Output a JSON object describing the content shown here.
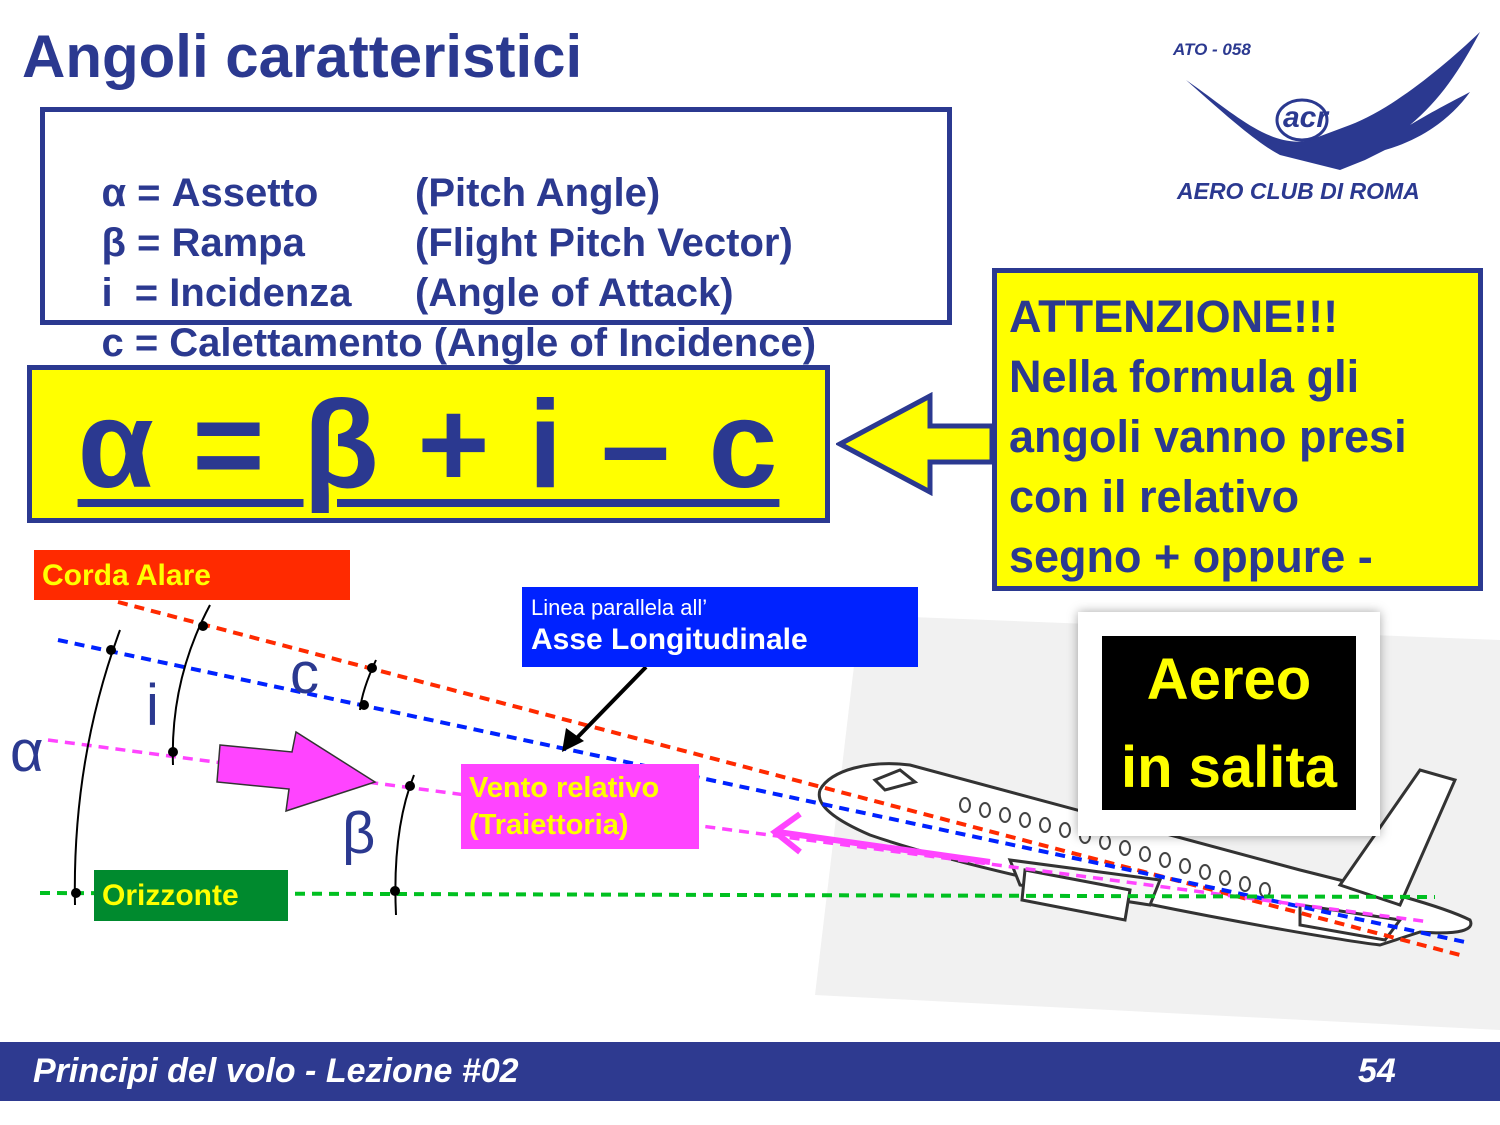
{
  "title": "Angoli caratteristici",
  "definitions": [
    {
      "term": "α = Assetto",
      "english": "(Pitch Angle)"
    },
    {
      "term": "β = Rampa",
      "english": "(Flight Pitch Vector)"
    },
    {
      "term": "i  = Incidenza",
      "english": "(Angle of Attack)"
    },
    {
      "term": "c = Calettamento",
      "english": "(Angle of Incidence)"
    }
  ],
  "formula": "α = β + i – c",
  "warning": {
    "lines": [
      "ATTENZIONE!!!",
      "Nella formula gli",
      "angoli vanno presi",
      "con il relativo",
      "segno + oppure -"
    ]
  },
  "logo": {
    "top_text": "ATO - 058",
    "bottom_text": "AERO CLUB DI ROMA",
    "monogram": "acr"
  },
  "diagram": {
    "corda_label": "Corda Alare",
    "asse_small": "Linea parallela all’",
    "asse_big": "Asse Longitudinale",
    "vento_line1": "Vento relativo",
    "vento_line2": "(Traiettoria)",
    "orizzonte_label": "Orizzonte",
    "angle_c": "c",
    "angle_i": "i",
    "angle_alpha": "α",
    "angle_beta": "β",
    "colors": {
      "chord": "#ff2a00",
      "axis": "#0022ff",
      "wind": "#ff44ff",
      "horizon": "#00c020",
      "title": "#2b3990",
      "highlight": "#ffff00"
    }
  },
  "salita_line1": "Aereo",
  "salita_line2": "in salita",
  "footer": {
    "text": "Principi del volo - Lezione #02",
    "page": "54"
  }
}
